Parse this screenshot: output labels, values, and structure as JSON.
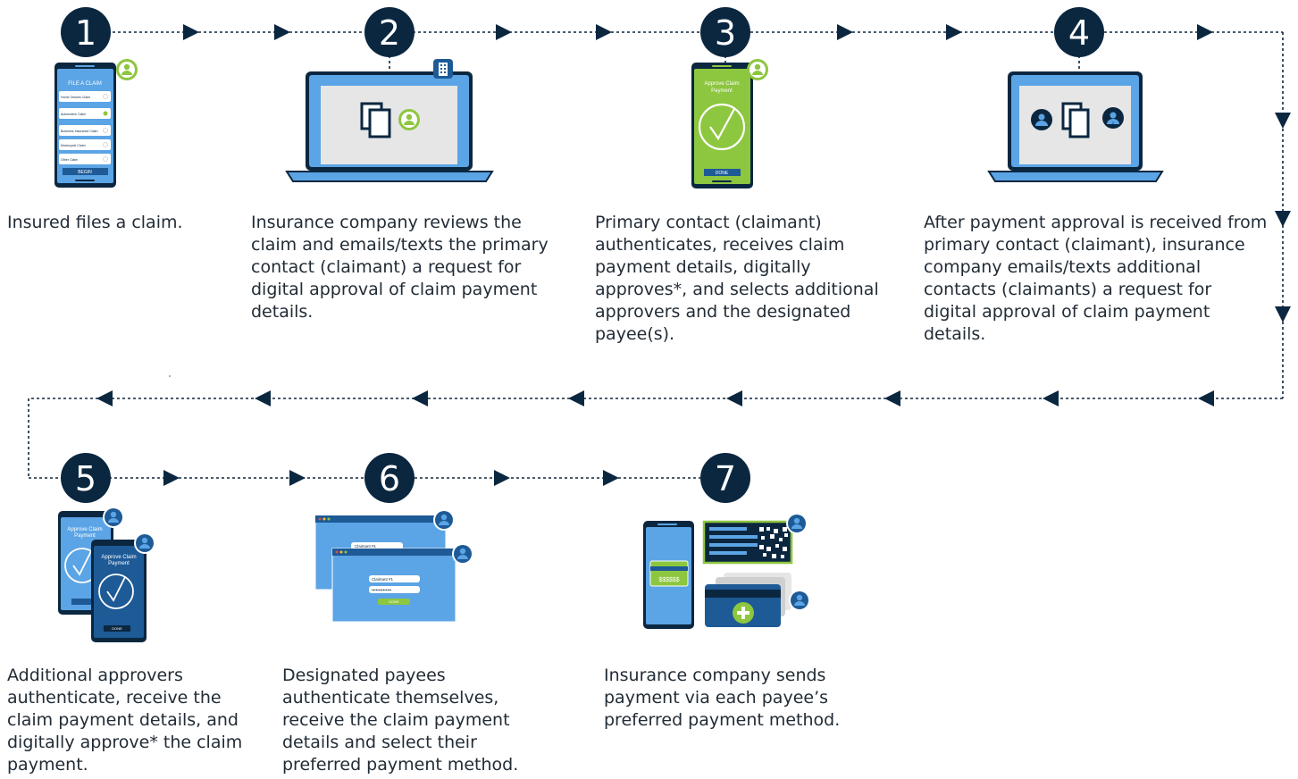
{
  "steps": [
    {
      "number": "1",
      "text": "Insured files a claim."
    },
    {
      "number": "2",
      "text": "Insurance company reviews the claim and emails/texts the primary contact (claimant) a request for digital approval of claim payment details."
    },
    {
      "number": "3",
      "text": "Primary contact (claimant) authenticates, receives claim payment details, digitally approves*, and selects additional approvers and the designated payee(s)."
    },
    {
      "number": "4",
      "text": "After payment approval is received from primary contact (claimant), insurance company emails/texts additional contacts (claimants) a request for digital approval of claim payment details."
    },
    {
      "number": "5",
      "text": "Additional approvers authenticate, receive the claim payment details, and digitally approve* the claim payment."
    },
    {
      "number": "6",
      "text": "Designated payees authenticate themselves, receive the claim payment details and select their preferred payment method."
    },
    {
      "number": "7",
      "text": "Insurance company sends payment via each payee’s preferred payment method."
    }
  ],
  "phone1": {
    "title": "FILE A CLAIM",
    "options": [
      "Home Owners Claim",
      "Automotive Claim",
      "Business Insurance Claim",
      "Motorcycle Claim",
      "Other Claim"
    ],
    "button": "BEGIN"
  },
  "phone3": {
    "title_line1": "Approve Claim",
    "title_line2": "Payment",
    "button": "DONE"
  },
  "phone5": {
    "title_line1": "Approve Claim",
    "title_line2": "Payment",
    "button": "DONE"
  },
  "step6_windows": {
    "field_back": "Claimant #1",
    "field_front": "Claimant #1",
    "password": "••••••••••••••",
    "button": "DONE"
  },
  "step7": {
    "card_amount": "$$$$$$"
  },
  "badges": {
    "person_number": "2"
  },
  "colors": {
    "navy": "#0b2740",
    "blue": "#5ba4e5",
    "green": "#8dc63f",
    "gray": "#e6e6e6"
  },
  "icons": [
    "person-icon",
    "building-icon",
    "documents-icon",
    "checkmark-icon",
    "plus-icon",
    "qr-code-icon"
  ]
}
